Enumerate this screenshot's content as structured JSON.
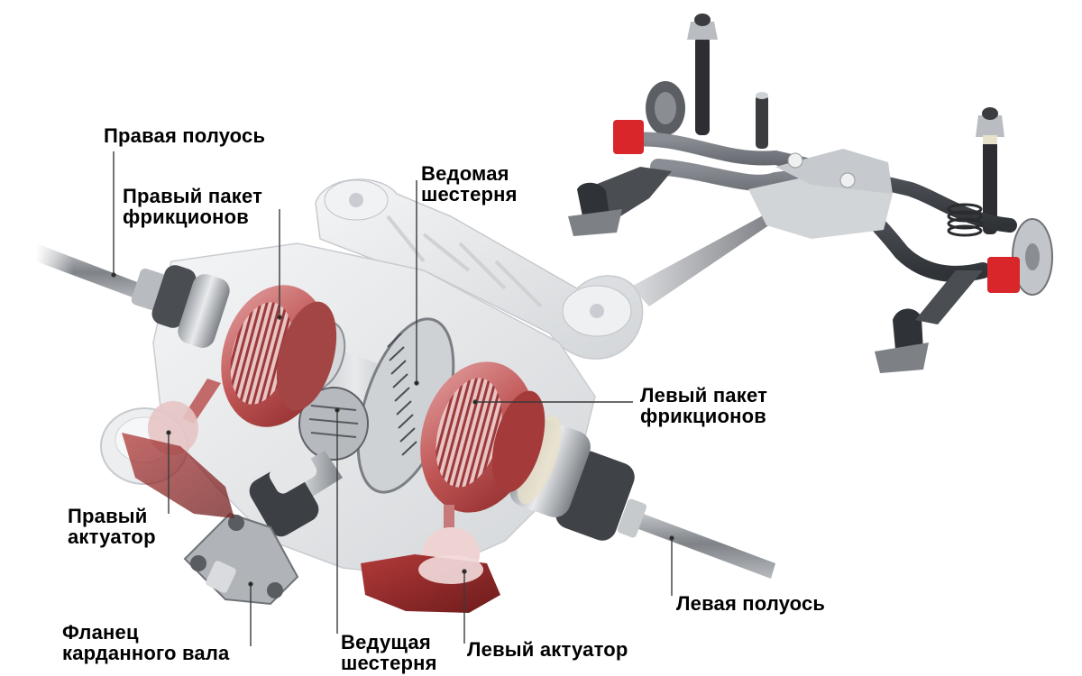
{
  "diagram": {
    "subject": "sport-differential-rear-axle",
    "colors": {
      "background": "#ffffff",
      "label_text": "#000000",
      "leader_line": "#3a3a3a",
      "clutch_red": "#b84a4a",
      "caliper_red": "#d8262b",
      "housing_light": "#e4e6e8",
      "subframe_dark": "#4a4d52",
      "shaft_gray": "#8d9196"
    },
    "labels": [
      {
        "id": "right_halfshaft",
        "lines": [
          "Правая полуось"
        ]
      },
      {
        "id": "right_clutch_pack",
        "lines": [
          "Правый пакет",
          "фрикционов"
        ]
      },
      {
        "id": "driven_gear",
        "lines": [
          "Ведомая",
          "шестерня"
        ]
      },
      {
        "id": "left_clutch_pack",
        "lines": [
          "Левый пакет",
          "фрикционов"
        ]
      },
      {
        "id": "right_actuator",
        "lines": [
          "Правый",
          "актуатор"
        ]
      },
      {
        "id": "propshaft_flange",
        "lines": [
          "Фланец",
          "карданного вала"
        ]
      },
      {
        "id": "drive_gear",
        "lines": [
          "Ведущая",
          "шестерня"
        ]
      },
      {
        "id": "left_actuator",
        "lines": [
          "Левый актуатор"
        ]
      },
      {
        "id": "left_halfshaft",
        "lines": [
          "Левая полуось"
        ]
      }
    ],
    "inset": {
      "subject": "rear-subframe-suspension-assembly"
    }
  }
}
